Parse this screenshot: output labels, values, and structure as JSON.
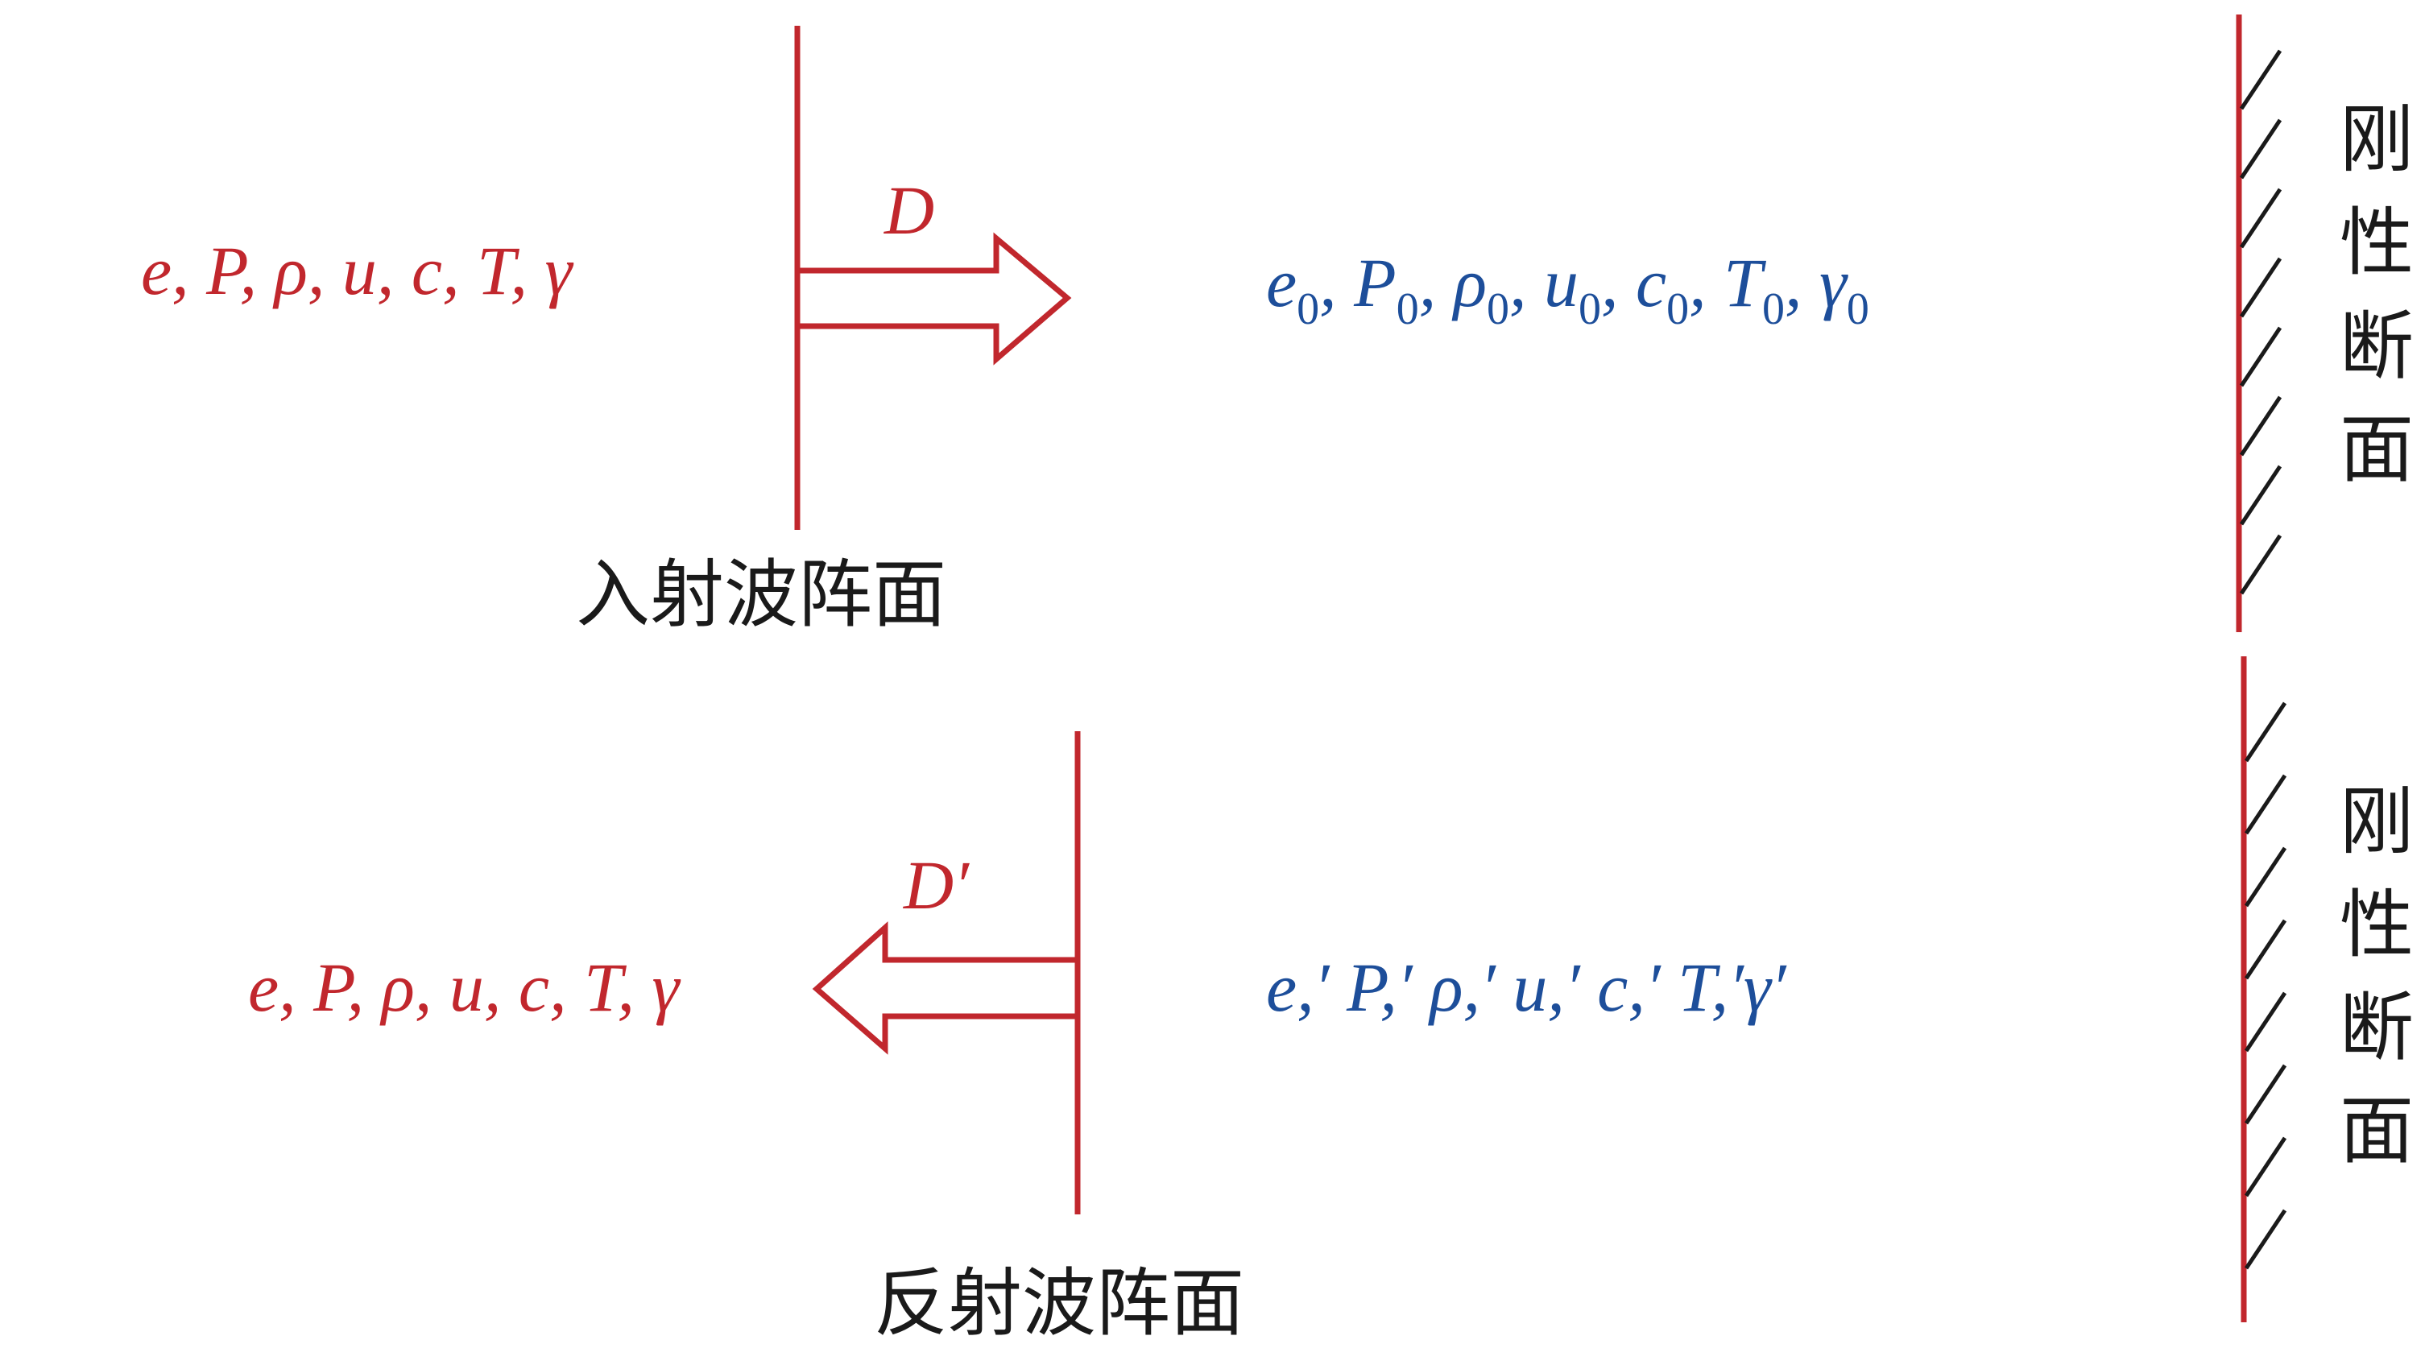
{
  "colors": {
    "red": "#c1272d",
    "blue": "#1d4e9a",
    "black": "#1a1a1a"
  },
  "incident": {
    "caption": "入射波阵面",
    "velocity_label": "D",
    "behind_state": "e, P, ρ, u, c, T, γ",
    "ahead_state_symbols": [
      "e",
      "P",
      "ρ",
      "u",
      "c",
      "T",
      "γ"
    ],
    "ahead_state_subscript": "0"
  },
  "reflected": {
    "caption": "反射波阵面",
    "velocity_label": "D′",
    "behind_state": "e, P, ρ, u, c, T, γ",
    "reflected_state": "e,′ P,′ ρ,′ u,′ c,′ T,′γ′"
  },
  "walls": [
    {
      "label": [
        "刚",
        "性",
        "断",
        "面"
      ]
    },
    {
      "label": [
        "刚",
        "性",
        "断",
        "面"
      ]
    }
  ]
}
